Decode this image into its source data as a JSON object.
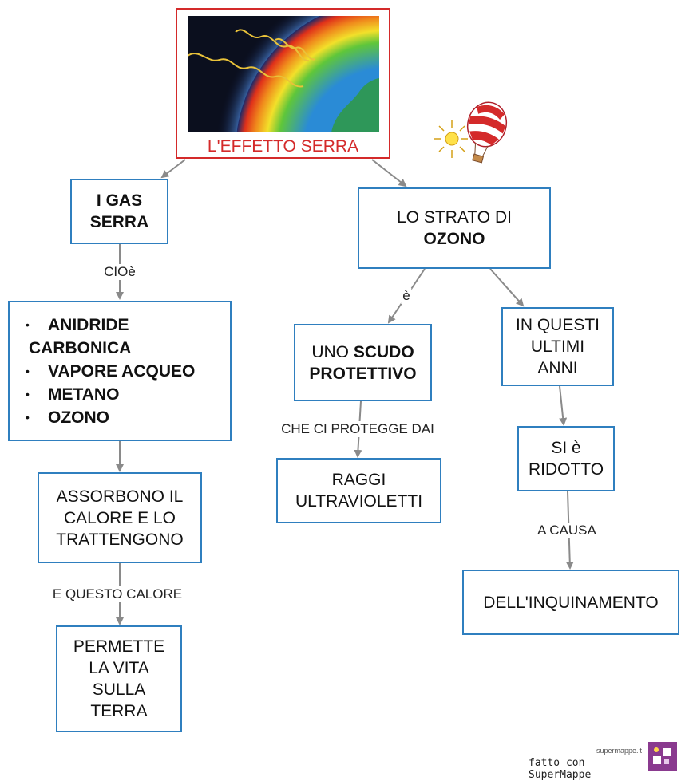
{
  "title": "L'EFFETTO SERRA",
  "nodes": {
    "gas_serra": [
      "I GAS",
      "SERRA"
    ],
    "gas_list": [
      "ANIDRIDE",
      "CARBONICA",
      "VAPORE ACQUEO",
      "METANO",
      "OZONO"
    ],
    "assorbono": [
      "ASSORBONO IL",
      "CALORE E LO",
      "TRATTENGONO"
    ],
    "permette": [
      "PERMETTE",
      "LA VITA",
      "SULLA",
      "TERRA"
    ],
    "strato": {
      "line1": "LO STRATO DI",
      "line2": "OZONO"
    },
    "scudo": {
      "pre": "UNO ",
      "bold1": "SCUDO",
      "bold2": "PROTETTIVO"
    },
    "raggi": [
      "RAGGI",
      "ULTRAVIOLETTI"
    ],
    "questi": [
      "IN QUESTI",
      "ULTIMI",
      "ANNI"
    ],
    "ridotto": [
      "SI è",
      "RIDOTTO"
    ],
    "inquinamento": "DELL'INQUINAMENTO"
  },
  "links": {
    "cioe": "CIOè",
    "e": "è",
    "che_ci_protegge": "CHE CI PROTEGGE DAI",
    "e_questo_calore": "E QUESTO CALORE",
    "a_causa": "A CAUSA"
  },
  "branding": {
    "small": "supermappe.it",
    "main": "fatto con SuperMappe"
  },
  "colors": {
    "node_border": "#2f7fbf",
    "title_color": "#d42a2a",
    "arrow": "#8a8a8a"
  }
}
